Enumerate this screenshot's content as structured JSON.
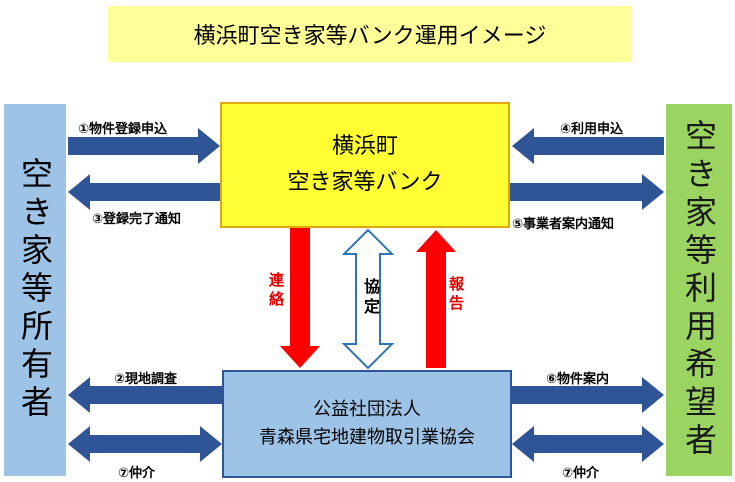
{
  "title": "横浜町空き家等バンク運用イメージ",
  "left_box": "空き家等所有者",
  "right_box": "空き家等利用希望者",
  "center_top": {
    "line1": "横浜町",
    "line2": "空き家等バンク"
  },
  "center_bottom": {
    "line1": "公益社団法人",
    "line2": "青森県宅地建物取引業協会"
  },
  "arrows": {
    "a1": "①物件登録申込",
    "a3": "③登録完了通知",
    "a4": "④利用申込",
    "a5": "⑤事業者案内通知",
    "a2": "②現地調査",
    "a6": "⑥物件案内",
    "a7_left": "⑦仲介",
    "a7_right": "⑦仲介",
    "renraku": "連絡",
    "kyotei": "協定",
    "hokoku": "報告"
  },
  "colors": {
    "arrow_blue": "#2f5597",
    "arrow_red": "#ff0000",
    "owner": "#9dc3e6",
    "user": "#92d050",
    "bank": "#ffff33",
    "title_bg": "#ffff99"
  }
}
